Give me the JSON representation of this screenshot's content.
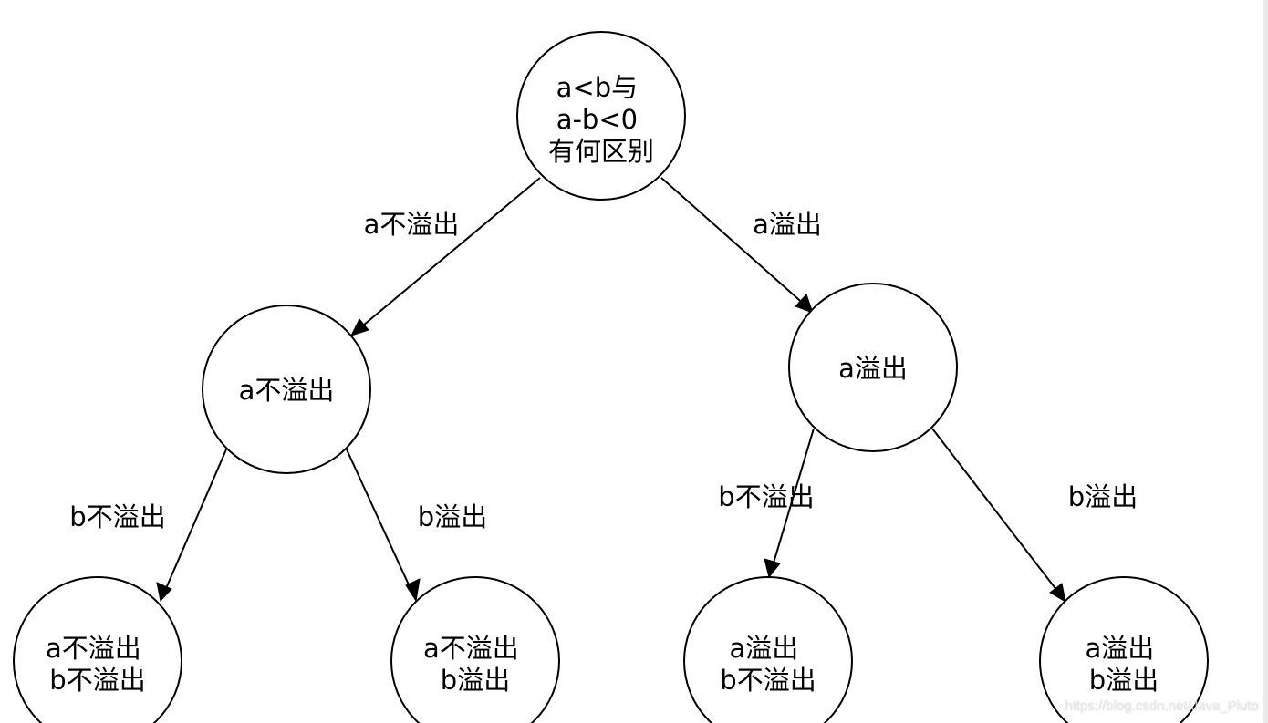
{
  "nodes": {
    "root": {
      "lines": [
        "a<b与",
        "a-b<0",
        "有何区别"
      ]
    },
    "left": {
      "lines": [
        "a不溢出"
      ]
    },
    "right": {
      "lines": [
        "a溢出"
      ]
    },
    "leaf_ll": {
      "lines": [
        "a不溢出",
        "b不溢出"
      ]
    },
    "leaf_lr": {
      "lines": [
        "a不溢出",
        "b溢出"
      ]
    },
    "leaf_rl": {
      "lines": [
        "a溢出",
        "b不溢出"
      ]
    },
    "leaf_rr": {
      "lines": [
        "a溢出",
        "b溢出"
      ]
    }
  },
  "edges": {
    "root_left": "a不溢出",
    "root_right": "a溢出",
    "left_ll": "b不溢出",
    "left_lr": "b溢出",
    "right_rl": "b不溢出",
    "right_rr": "b溢出"
  },
  "watermark": "https://blog.csdn.net/Java_Pluto",
  "colors": {
    "stroke": "#000000",
    "background": "#ffffff"
  }
}
